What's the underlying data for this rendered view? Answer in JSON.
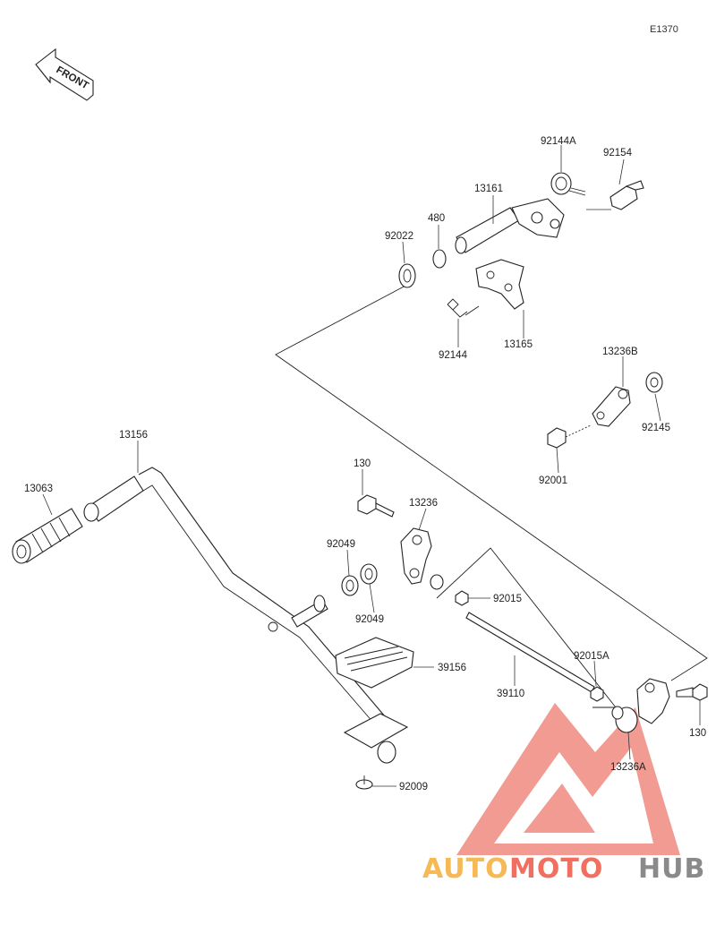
{
  "diagram": {
    "code": "E1370",
    "front_label": "FRONT",
    "parts": [
      {
        "key": "p92144A",
        "label": "92144A"
      },
      {
        "key": "p92154",
        "label": "92154"
      },
      {
        "key": "p13161",
        "label": "13161"
      },
      {
        "key": "p480",
        "label": "480"
      },
      {
        "key": "p92022",
        "label": "92022"
      },
      {
        "key": "p92144",
        "label": "92144"
      },
      {
        "key": "p13165",
        "label": "13165"
      },
      {
        "key": "p13236B",
        "label": "13236B"
      },
      {
        "key": "p92145",
        "label": "92145"
      },
      {
        "key": "p92001",
        "label": "92001"
      },
      {
        "key": "p13156",
        "label": "13156"
      },
      {
        "key": "p13063",
        "label": "13063"
      },
      {
        "key": "p130a",
        "label": "130"
      },
      {
        "key": "p13236",
        "label": "13236"
      },
      {
        "key": "p92049a",
        "label": "92049"
      },
      {
        "key": "p92049b",
        "label": "92049"
      },
      {
        "key": "p92015",
        "label": "92015"
      },
      {
        "key": "p39156",
        "label": "39156"
      },
      {
        "key": "p39110",
        "label": "39110"
      },
      {
        "key": "p92015A",
        "label": "92015A"
      },
      {
        "key": "p130b",
        "label": "130"
      },
      {
        "key": "p13236A",
        "label": "13236A"
      },
      {
        "key": "p92009",
        "label": "92009"
      }
    ]
  },
  "watermark": {
    "part1": "AUTO",
    "part2": "MOTO",
    "part3": "HUB",
    "color_auto": "#f5b955",
    "color_moto": "#ef6f61",
    "color_hub": "#8a8a8a"
  }
}
